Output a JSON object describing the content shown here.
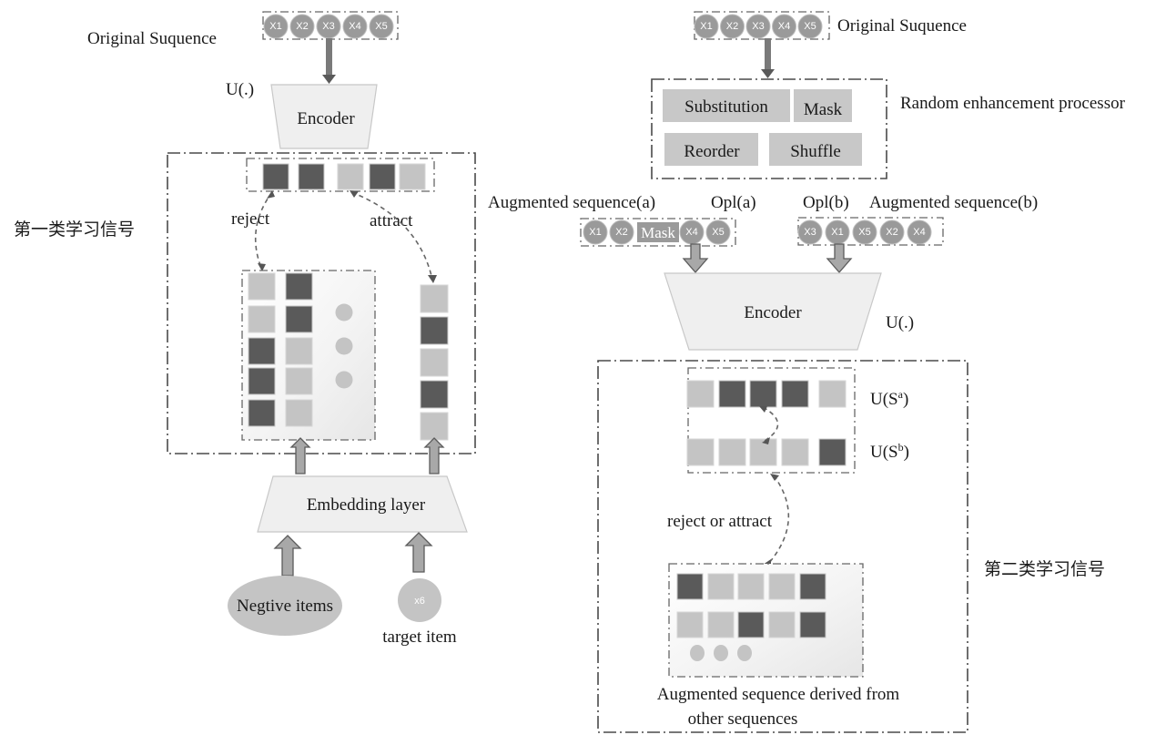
{
  "left": {
    "original_sequence_label": "Original Suquence",
    "tokens": [
      "X1",
      "X2",
      "X3",
      "X4",
      "X5"
    ],
    "encoder_fn_label": "U(.)",
    "encoder_label": "Encoder",
    "signal_label": "第一类学习信号",
    "output_row": [
      "dark",
      "dark",
      "light",
      "dark",
      "light"
    ],
    "reject_label": "reject",
    "attract_label": "attract",
    "negative_grid": {
      "col1": [
        "light",
        "light",
        "dark",
        "dark",
        "dark"
      ],
      "col2": [
        "dark",
        "dark",
        "light",
        "light",
        "light"
      ],
      "ellipsis_dots": 3
    },
    "target_column": [
      "light",
      "dark",
      "light",
      "dark",
      "light"
    ],
    "embedding_label": "Embedding layer",
    "negative_items_label": "Negtive items",
    "target_token": "x6",
    "target_item_label": "target item"
  },
  "right": {
    "original_sequence_label": "Original Suquence",
    "tokens": [
      "X1",
      "X2",
      "X3",
      "X4",
      "X5"
    ],
    "processor_label": "Random enhancement processor",
    "operations": [
      "Substitution",
      "Mask",
      "Reorder",
      "Shuffle"
    ],
    "aug_a_label": "Augmented sequence(a)",
    "opl_a_label": "Opl(a)",
    "opl_b_label": "Opl(b)",
    "aug_b_label": "Augmented sequence(b)",
    "aug_a_tokens": [
      "X1",
      "X2",
      "Mask",
      "X4",
      "X5"
    ],
    "aug_b_tokens": [
      "X3",
      "X1",
      "X5",
      "X2",
      "X4"
    ],
    "encoder_label": "Encoder",
    "encoder_fn_label": "U(.)",
    "usa_row": [
      "light",
      "dark",
      "dark",
      "dark",
      "light"
    ],
    "usb_row": [
      "light",
      "light",
      "light",
      "light",
      "dark"
    ],
    "usa_label_base": "U(S",
    "usa_label_sup": "a",
    "usb_label_base": "U(S",
    "usb_label_sup": "b",
    "label_close": ")",
    "reject_attract_label": "reject or attract",
    "other_grid": {
      "row1": [
        "dark",
        "light",
        "light",
        "light",
        "dark"
      ],
      "row2": [
        "light",
        "light",
        "dark",
        "light",
        "dark"
      ],
      "ellipsis_dots": 3
    },
    "other_caption_line1": "Augmented sequence derived from",
    "other_caption_line2": "other sequences",
    "signal_label": "第二类学习信号"
  }
}
